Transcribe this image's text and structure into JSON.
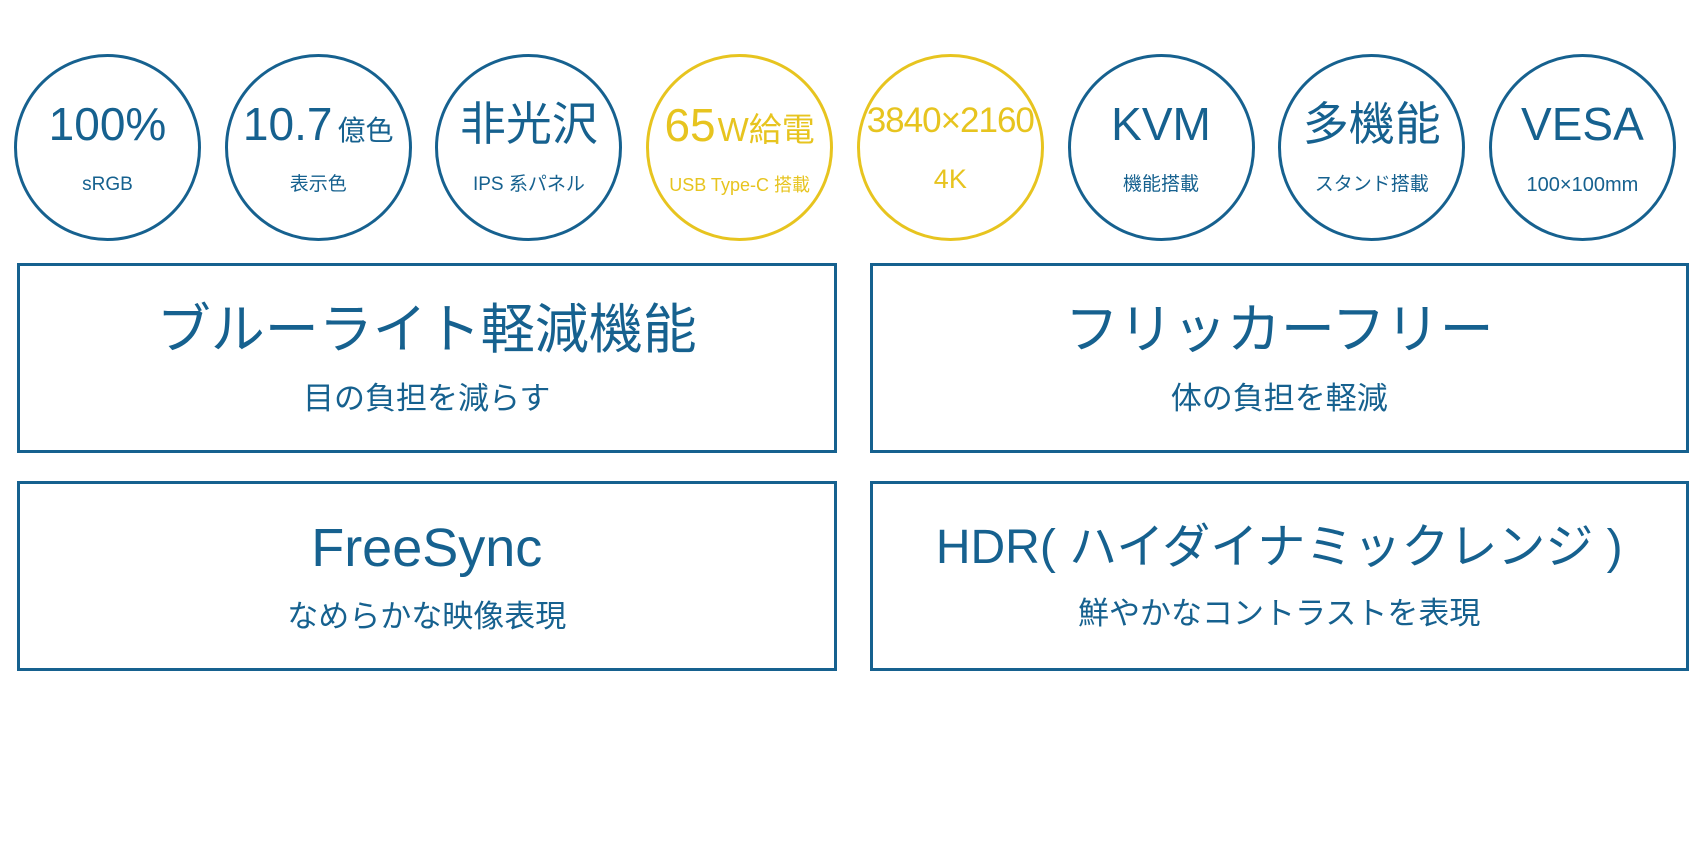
{
  "colors": {
    "blue": "#16618f",
    "yellow": "#e7c41f",
    "background": "#ffffff"
  },
  "badges": [
    {
      "main": "100%",
      "suffix": "",
      "sub": "sRGB",
      "color": "blue"
    },
    {
      "main": "10.7",
      "suffix": "億色",
      "sub": "表示色",
      "color": "blue"
    },
    {
      "main": "非光沢",
      "suffix": "",
      "sub": "IPS 系パネル",
      "color": "blue"
    },
    {
      "main": "65",
      "suffix": "W給電",
      "sub": "USB Type-C 搭載",
      "color": "yellow"
    },
    {
      "main": "3840×2160",
      "suffix": "",
      "sub": "4K",
      "color": "yellow"
    },
    {
      "main": "KVM",
      "suffix": "",
      "sub": "機能搭載",
      "color": "blue"
    },
    {
      "main": "多機能",
      "suffix": "",
      "sub": "スタンド搭載",
      "color": "blue"
    },
    {
      "main": "VESA",
      "suffix": "",
      "sub": "100×100mm",
      "color": "blue"
    }
  ],
  "feature_boxes": [
    {
      "title": "ブルーライト軽減機能",
      "subtitle": "目の負担を減らす"
    },
    {
      "title": "フリッカーフリー",
      "subtitle": "体の負担を軽減"
    },
    {
      "title": "FreeSync",
      "subtitle": "なめらかな映像表現"
    },
    {
      "title": "HDR( ハイダイナミックレンジ )",
      "subtitle": "鮮やかなコントラストを表現"
    }
  ]
}
